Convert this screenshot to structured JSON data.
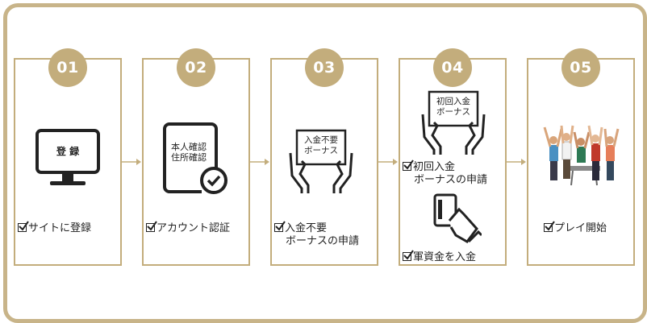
{
  "steps": [
    {
      "number": "01",
      "label": "サイトに登録",
      "icon_text": "登 録"
    },
    {
      "number": "02",
      "label": "アカウント認証",
      "icon_text_1": "本人確認",
      "icon_text_2": "住所確認"
    },
    {
      "number": "03",
      "label_1": "入金不要",
      "label_2": "ボーナスの申請",
      "icon_text_1": "入金不要",
      "icon_text_2": "ボーナス"
    },
    {
      "number": "04",
      "label_1": "初回入金",
      "label_2": "ボーナスの申請",
      "label_3": "軍資金を入金",
      "icon_text_1": "初回入金",
      "icon_text_2": "ボーナス"
    },
    {
      "number": "05",
      "label": "プレイ開始"
    }
  ],
  "colors": {
    "accent": "#c3ad7c",
    "border": "#c8b489",
    "text": "#222222"
  }
}
